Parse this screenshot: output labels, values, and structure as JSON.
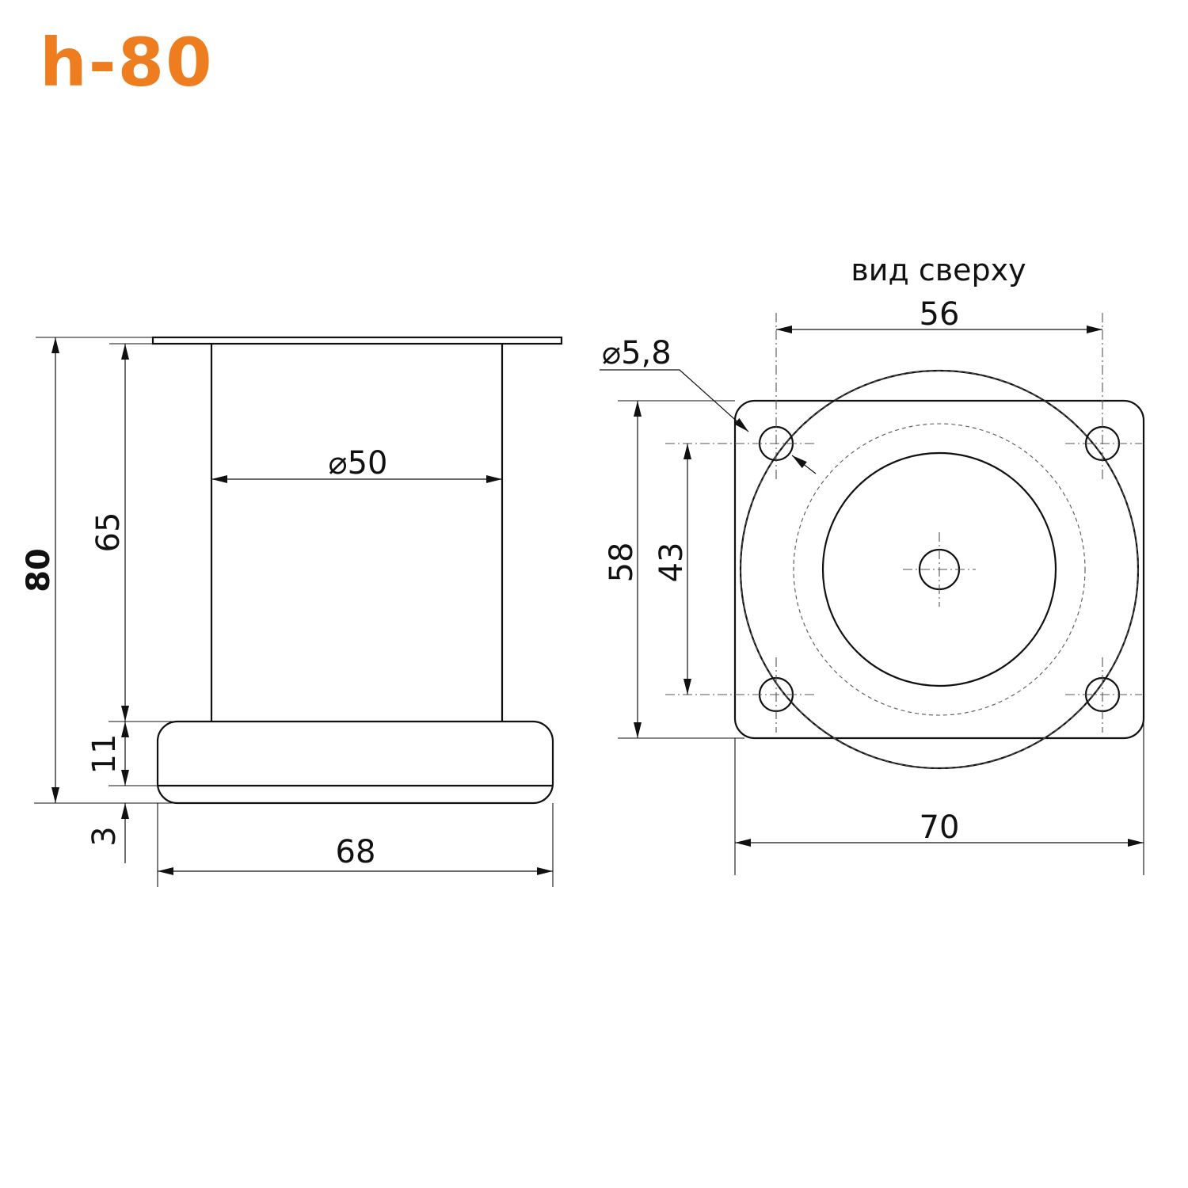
{
  "header": {
    "title": "h-80",
    "title_color": "#ee7d1f"
  },
  "side_view": {
    "total_height": "80",
    "body_height": "65",
    "base_height": "11",
    "plate_thickness": "3",
    "body_diameter": "⌀50",
    "base_width": "68"
  },
  "top_view": {
    "label": "вид сверху",
    "hole_spacing_x": "56",
    "hole_diameter": "⌀5,8",
    "plate_height": "58",
    "hole_spacing_y": "43",
    "plate_width": "70"
  },
  "colors": {
    "line": "#111111",
    "accent": "#ee7d1f",
    "background": "#ffffff"
  }
}
